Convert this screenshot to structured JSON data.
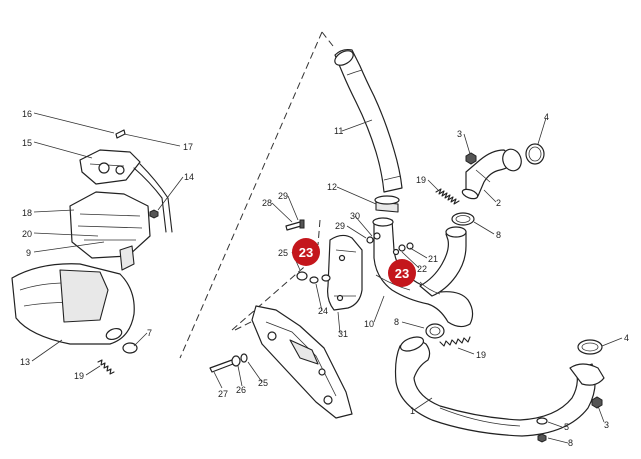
{
  "labels": {
    "l1": "1",
    "l2": "2",
    "l3a": "3",
    "l3b": "3",
    "l4a": "4",
    "l4b": "4",
    "l5": "5",
    "l7": "7",
    "l8a": "8",
    "l8b": "8",
    "l8c": "8",
    "l9": "9",
    "l10": "10",
    "l11": "11",
    "l12": "12",
    "l13": "13",
    "l14": "14",
    "l15": "15",
    "l16": "16",
    "l17": "17",
    "l18": "18",
    "l19a": "19",
    "l19b": "19",
    "l19c": "19",
    "l20": "20",
    "l21": "21",
    "l22": "22",
    "l24": "24",
    "l25a": "25",
    "l25b": "25",
    "l26": "26",
    "l27": "27",
    "l28": "28",
    "l29a": "29",
    "l29b": "29",
    "l30": "30",
    "l31": "31"
  },
  "badges": {
    "b1": "23",
    "b2": "23"
  },
  "colors": {
    "badge": "#c4161c",
    "ink": "#222222"
  }
}
